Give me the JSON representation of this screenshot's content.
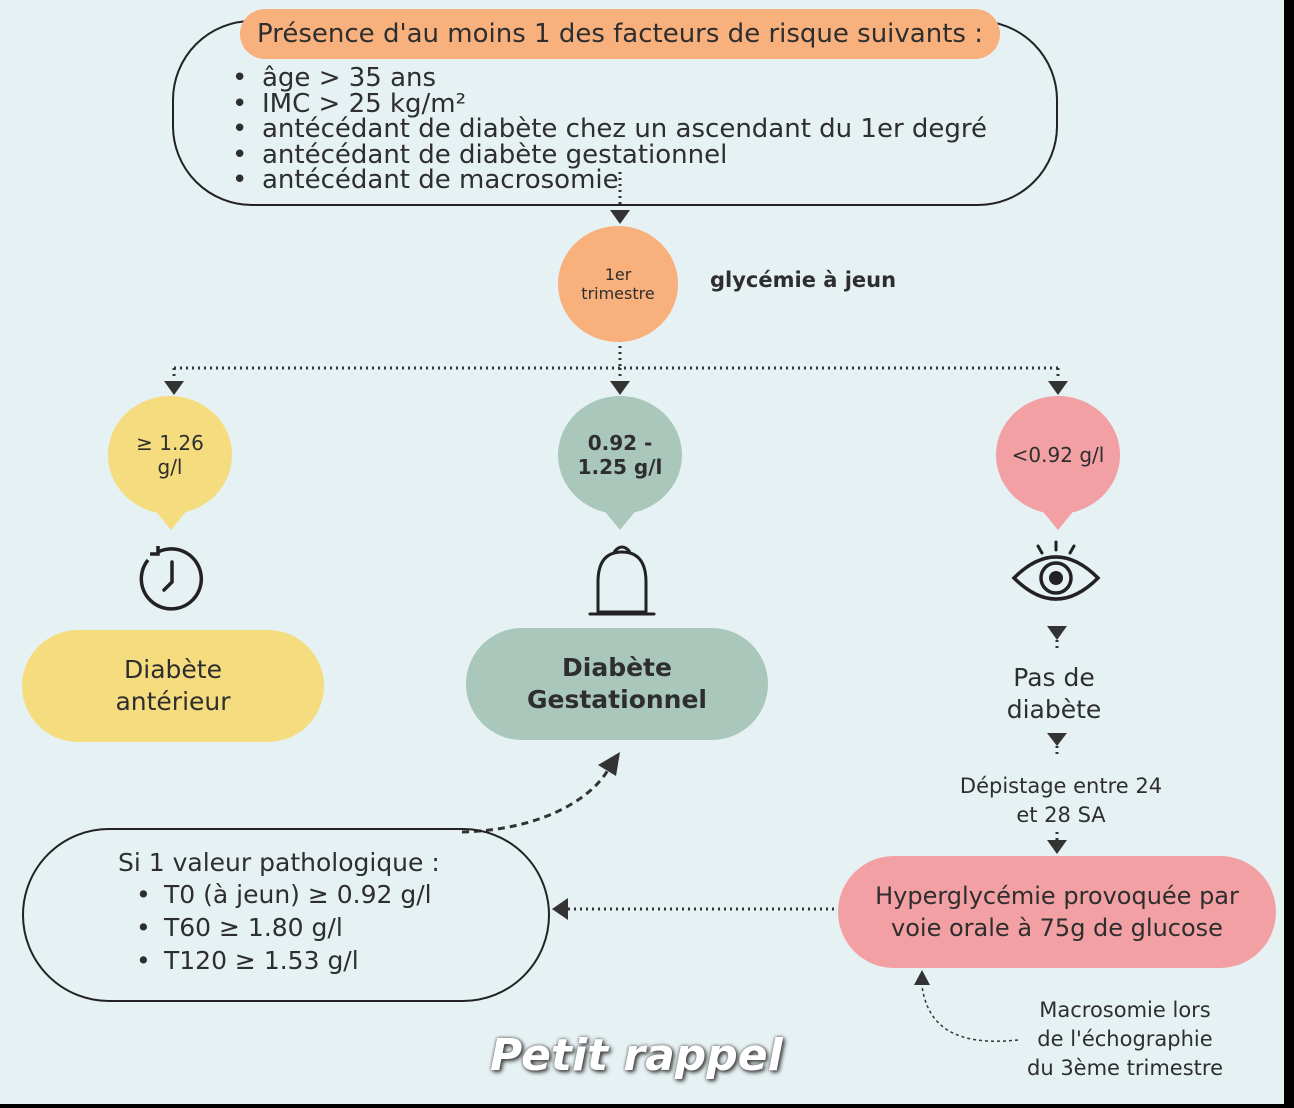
{
  "risk_factors": {
    "title": "Présence d'au moins 1 des facteurs de risque suivants :",
    "items": [
      "âge > 35 ans",
      "IMC > 25 kg/m²",
      "antécédant de diabète chez un ascendant du 1er degré",
      "antécédant de diabète gestationnel",
      "antécédant de macrosomie"
    ]
  },
  "trimester": {
    "circle_line1": "1er",
    "circle_line2": "trimestre",
    "label": "glycémie à jeun"
  },
  "branches": {
    "left": {
      "value_line1": "≥ 1.26",
      "value_line2": "g/l",
      "icon": "clock-icon",
      "result_line1": "Diabète",
      "result_line2": "antérieur"
    },
    "center": {
      "value_line1": "0.92 -",
      "value_line2": "1.25 g/l",
      "icon": "bell-icon",
      "result_line1": "Diabète",
      "result_line2": "Gestationnel"
    },
    "right": {
      "value": "<0.92 g/l",
      "icon": "eye-icon",
      "result_line1": "Pas de",
      "result_line2": "diabète"
    }
  },
  "screening": {
    "line1": "Dépistage entre 24",
    "line2": "et 28 SA"
  },
  "ogtt": {
    "line1": "Hyperglycémie provoquée par",
    "line2": "voie orale à 75g de glucose"
  },
  "macrosomia": {
    "line1": "Macrosomie lors",
    "line2": "de l'échographie",
    "line3": "du 3ème trimestre"
  },
  "criteria": {
    "title": "Si 1 valeur pathologique :",
    "items": [
      "T0 (à jeun) ≥ 0.92 g/l",
      "T60 ≥ 1.80 g/l",
      "T120 ≥ 1.53 g/l"
    ]
  },
  "footer": "Petit rappel",
  "colors": {
    "background": "#e6f1f3",
    "orange": "#f8b07d",
    "yellow": "#f5dc7e",
    "green": "#a9c7ba",
    "pink": "#f2a0a3"
  }
}
